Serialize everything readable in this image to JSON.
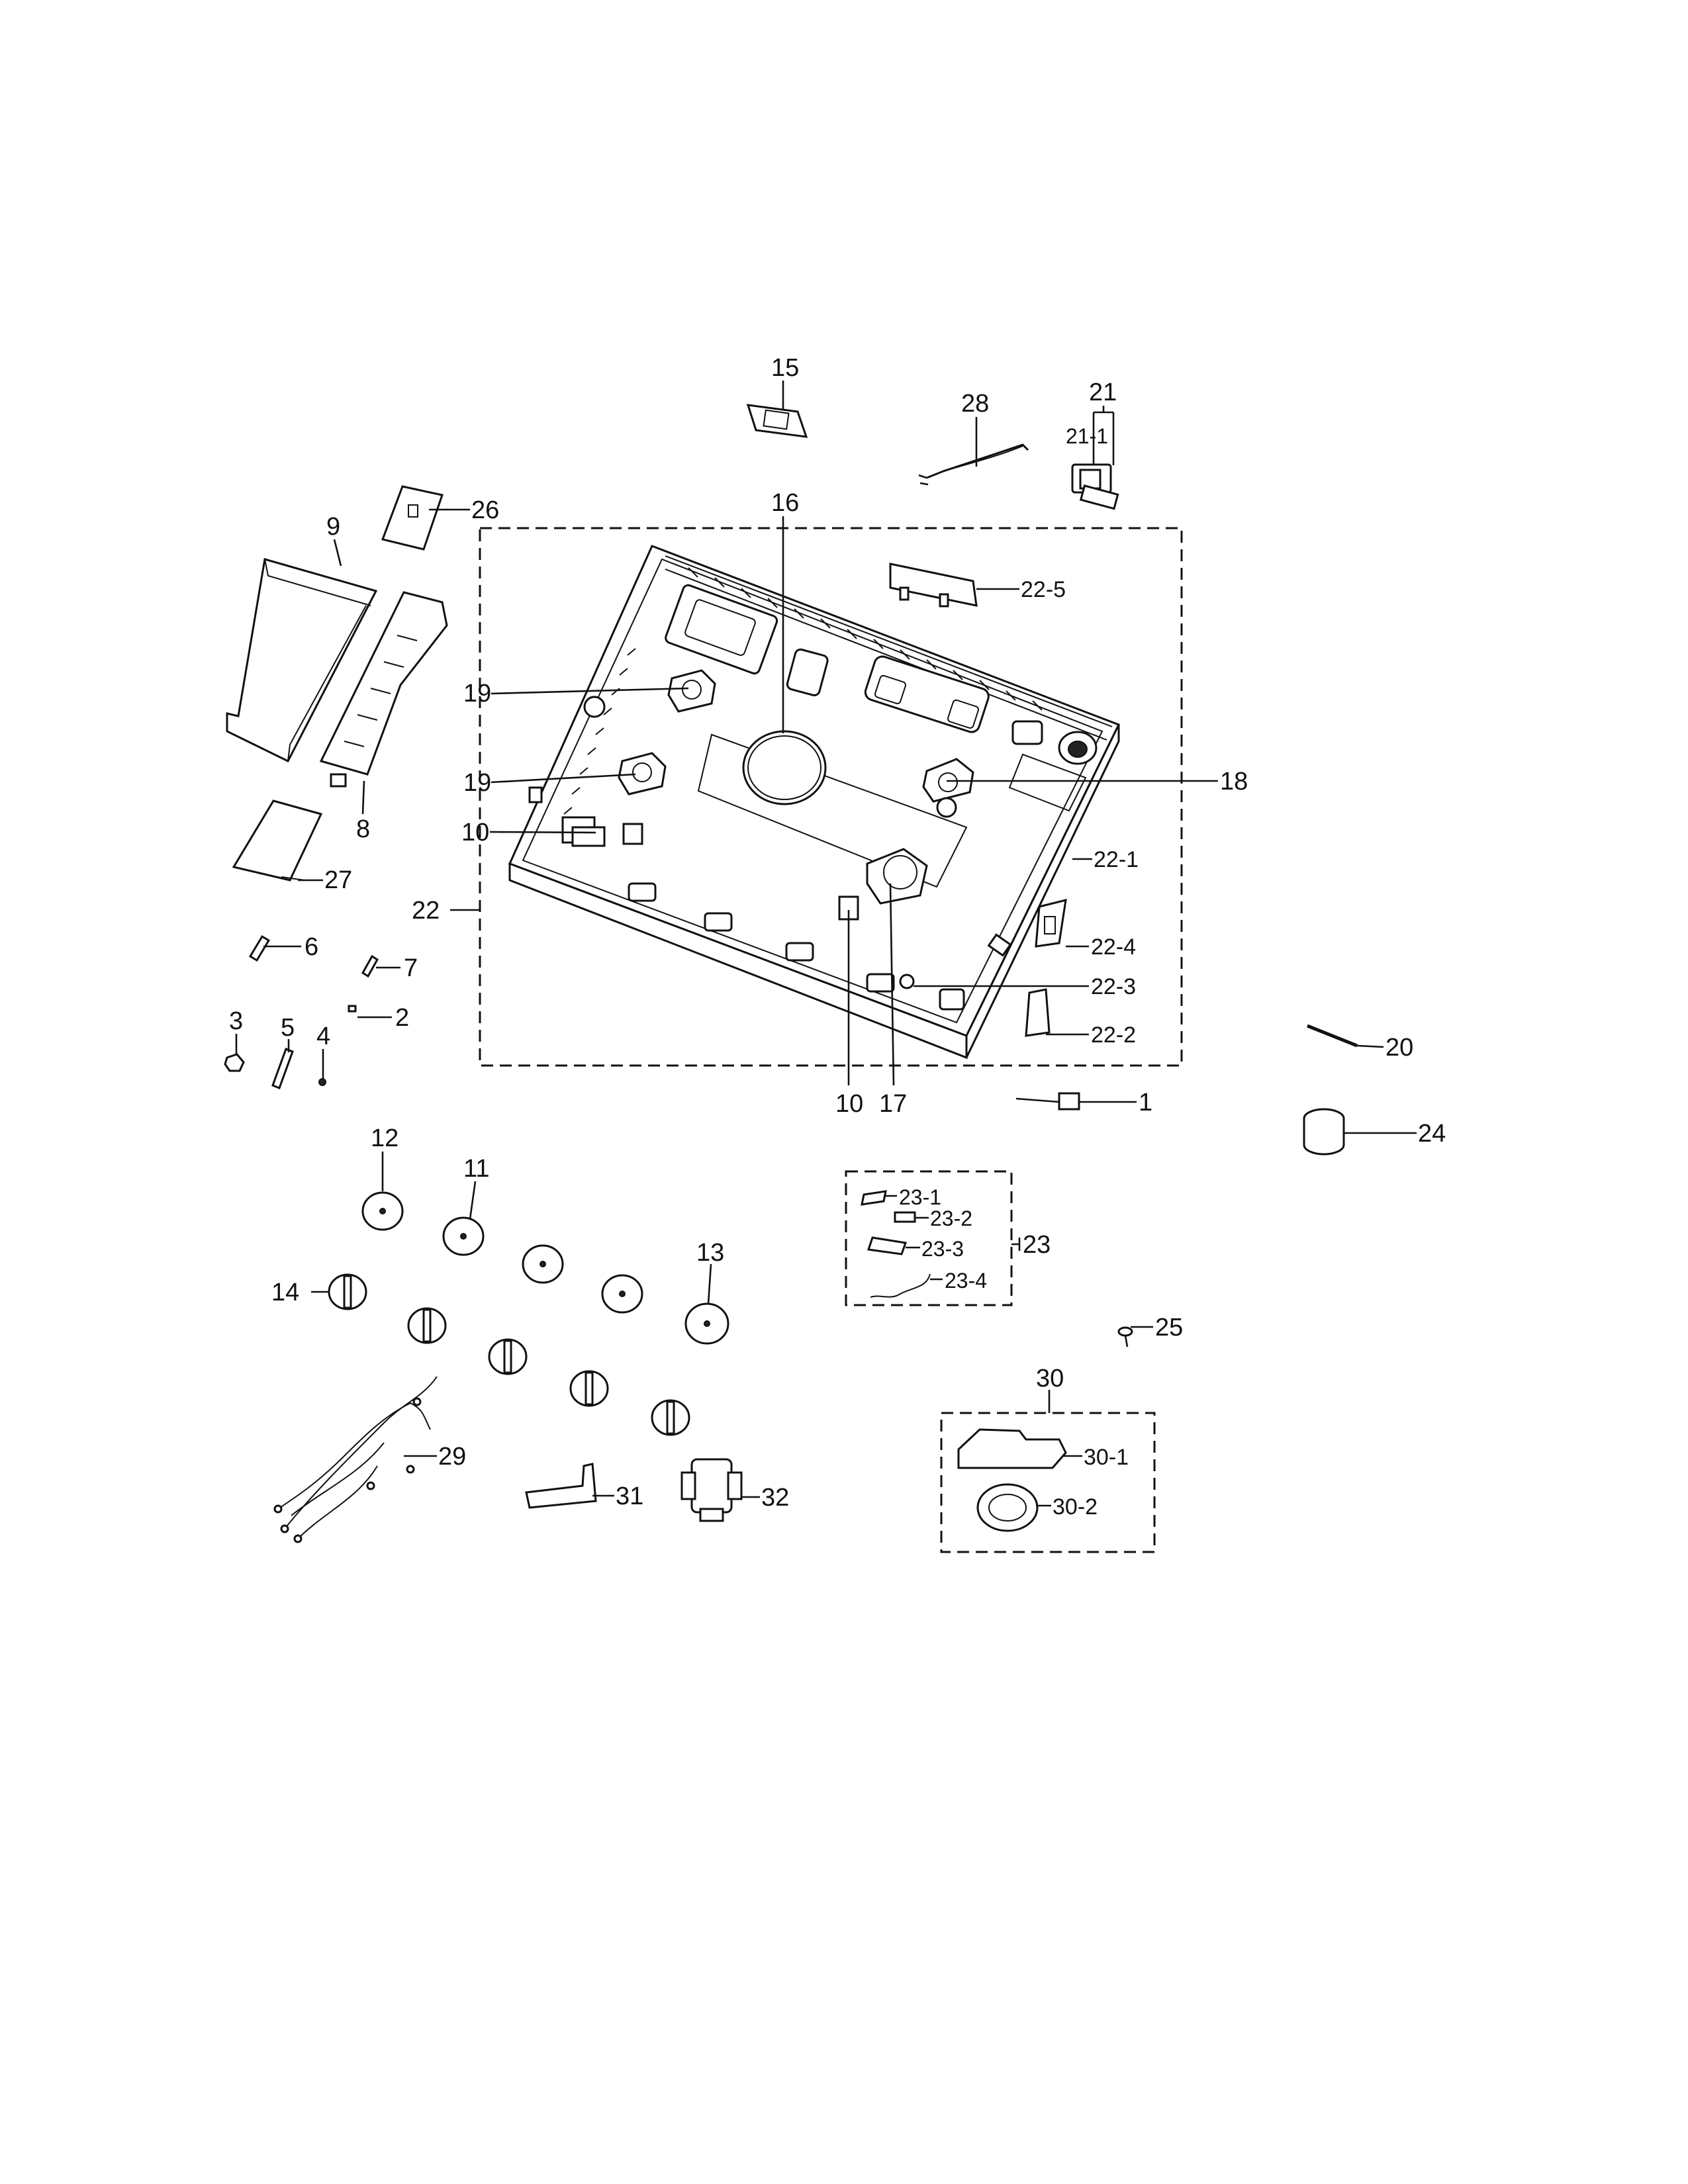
{
  "diagram": {
    "callouts": {
      "c15": "15",
      "c28": "28",
      "c21": "21",
      "c21_1": "21-1",
      "c16": "16",
      "c26": "26",
      "c9": "9",
      "c22_5": "22-5",
      "c19a": "19",
      "c19b": "19",
      "c18": "18",
      "c8": "8",
      "c10a": "10",
      "c22_1": "22-1",
      "c27": "27",
      "c22": "22",
      "c22_4": "22-4",
      "c6": "6",
      "c7": "7",
      "c22_3": "22-3",
      "c2": "2",
      "c3": "3",
      "c5": "5",
      "c4": "4",
      "c22_2": "22-2",
      "c20": "20",
      "c10b": "10",
      "c17": "17",
      "c1": "1",
      "c24": "24",
      "c12": "12",
      "c11": "11",
      "c23_1": "23-1",
      "c23_2": "23-2",
      "c23_3": "23-3",
      "c23": "23",
      "c23_4": "23-4",
      "c13": "13",
      "c14": "14",
      "c25": "25",
      "c30": "30",
      "c29": "29",
      "c30_1": "30-1",
      "c31": "31",
      "c32": "32",
      "c30_2": "30-2"
    }
  }
}
